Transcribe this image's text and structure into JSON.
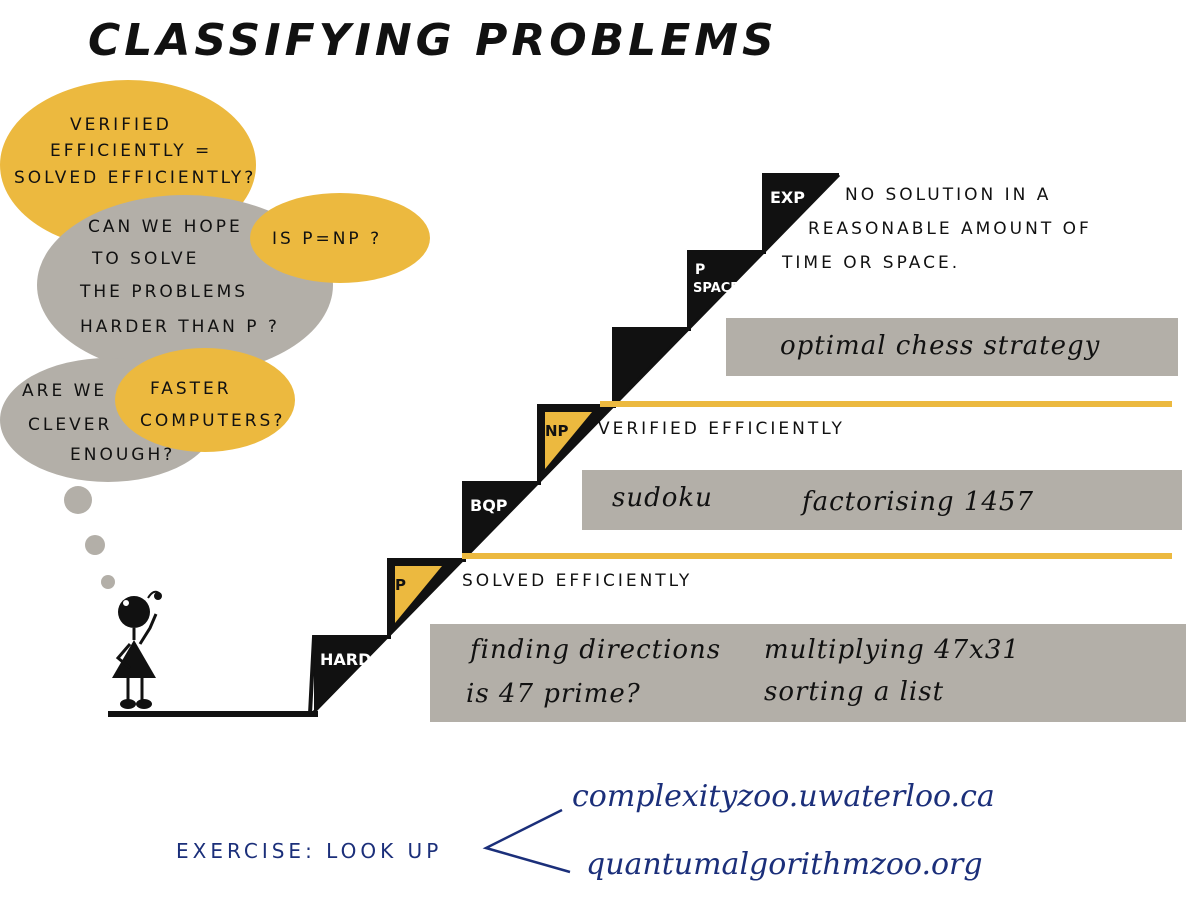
{
  "title": "CLASSIFYING PROBLEMS",
  "thought_bubbles": {
    "q1": [
      "VERIFIED",
      "EFFICIENTLY =",
      "SOLVED EFFICIENTLY?"
    ],
    "q2": [
      "CAN WE HOPE",
      "TO SOLVE",
      "THE PROBLEMS",
      "HARDER THAN P ?"
    ],
    "q3": "IS P=NP ?",
    "q4": [
      "ARE WE",
      "CLEVER",
      "ENOUGH?"
    ],
    "q5": [
      "FASTER",
      "COMPUTERS?"
    ]
  },
  "staircase": {
    "steps": [
      {
        "label": "HARD"
      },
      {
        "label": "P",
        "highlight": true
      },
      {
        "label": "BQP"
      },
      {
        "label": "NP",
        "highlight": true
      },
      {
        "label": ""
      },
      {
        "label_line1": "P",
        "label_line2": "SPACE"
      },
      {
        "label": "EXP"
      }
    ]
  },
  "tiers": {
    "exp_note": [
      "NO SOLUTION IN A",
      "REASONABLE AMOUNT OF",
      "TIME OR SPACE."
    ],
    "exp_example": "optimal chess strategy",
    "np_label": "VERIFIED EFFICIENTLY",
    "np_examples": [
      "sudoku",
      "factorising 1457"
    ],
    "p_label": "SOLVED EFFICIENTLY",
    "p_examples": [
      "finding directions",
      "multiplying 47x31",
      "is 47 prime?",
      "sorting a list"
    ]
  },
  "exercise": {
    "label": "EXERCISE: LOOK UP",
    "links": [
      "complexityzoo.uwaterloo.ca",
      "quantumalgorithmzoo.org"
    ]
  },
  "colors": {
    "yellow": "#ecb93f",
    "grey": "#b3afa8",
    "ink": "#111111",
    "blue": "#1b2f7a"
  }
}
